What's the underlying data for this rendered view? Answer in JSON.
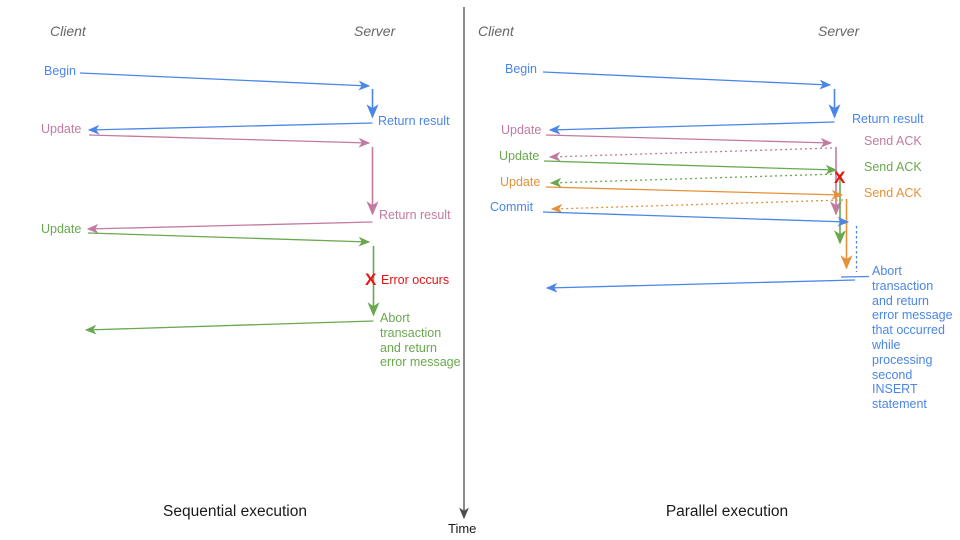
{
  "colors": {
    "blue": "#4a86e8",
    "pink": "#c27ba0",
    "green": "#6aa84f",
    "orange": "#e69138",
    "red": "#e81313",
    "axis": "#4d4d4d",
    "header": "#666666",
    "title": "#1a1a1a"
  },
  "time_axis": {
    "label": "Time"
  },
  "panels": {
    "left": {
      "title": "Sequential execution",
      "client_header": "Client",
      "server_header": "Server",
      "begin": "Begin",
      "return_result_1": "Return result",
      "update_1": "Update",
      "return_result_2": "Return result",
      "update_2": "Update",
      "error_mark": "X",
      "error_label": "Error occurs",
      "abort_lines": [
        "Abort",
        "transaction",
        "and return",
        "error message"
      ]
    },
    "right": {
      "title": "Parallel execution",
      "client_header": "Client",
      "server_header": "Server",
      "begin": "Begin",
      "return_result": "Return result",
      "update_1": "Update",
      "send_ack_1": "Send ACK",
      "update_2": "Update",
      "send_ack_2": "Send ACK",
      "update_3": "Update",
      "send_ack_3": "Send ACK",
      "commit": "Commit",
      "error_mark": "X",
      "abort_lines": [
        "Abort",
        "transaction",
        "and return",
        "error message",
        "that occurred",
        "while",
        "processing",
        "second",
        "INSERT",
        "statement"
      ]
    }
  }
}
